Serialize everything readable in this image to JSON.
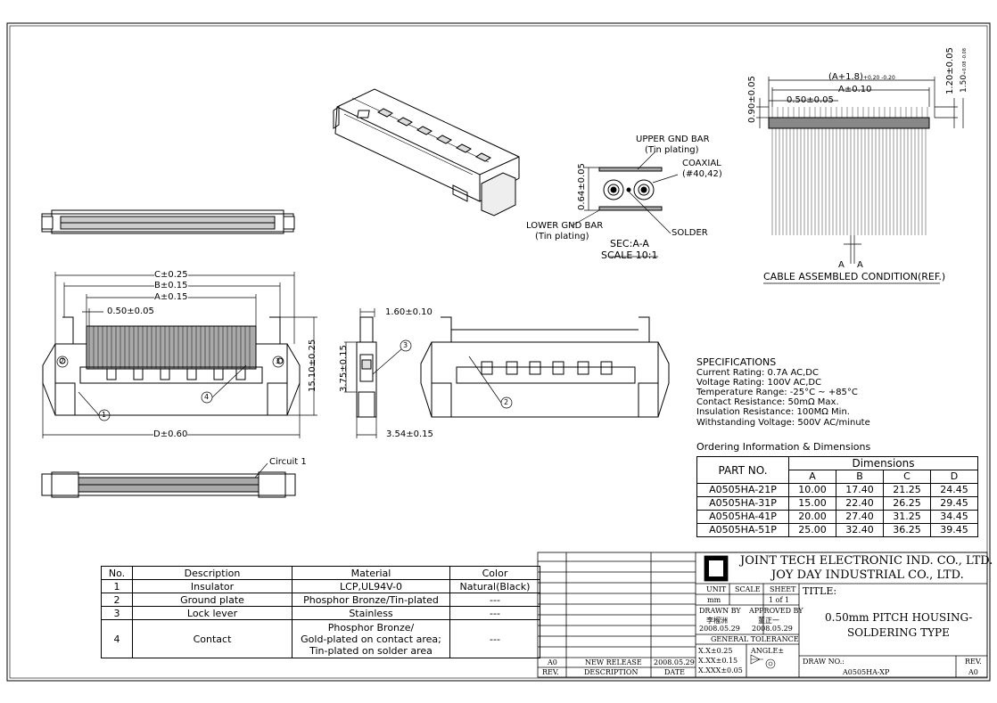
{
  "dimensions_top_right": {
    "a_plus": "(A+1.8)",
    "a_plus_tol": "+0.20 -0.20",
    "a": "A±0.10",
    "pitch": "0.50±0.05",
    "v1": "0.90±0.05",
    "v2": "1.20±0.05",
    "v3": "1.50",
    "v3_tol": "+0.08 -0.08",
    "section_a1": "A",
    "section_a2": "A",
    "caption": "CABLE ASSEMBLED CONDITION(REF.)"
  },
  "section": {
    "upper_gnd": "UPPER GND BAR",
    "upper_plating": "(Tin plating)",
    "coaxial": "COAXIAL",
    "coaxial_spec": "(#40,42)",
    "height": "0.64±0.05",
    "lower_gnd": "LOWER GND BAR",
    "lower_plating": "(Tin plating)",
    "solder": "SOLDER",
    "sec_label": "SEC:A-A",
    "scale": "SCALE 10:1"
  },
  "front_view": {
    "c": "C±0.25",
    "b": "B±0.15",
    "a": "A±0.15",
    "pitch": "0.50±0.05",
    "d": "D±0.60",
    "h": "15.10±0.25",
    "c1": "1",
    "c2": "2",
    "c3": "3",
    "c4": "4"
  },
  "side_view": {
    "t": "1.60±0.10",
    "h": "3.75±0.15",
    "w": "3.54±0.15",
    "c3": "3"
  },
  "back_view": {
    "c2": "2"
  },
  "bottom_view": {
    "circuit": "Circuit 1"
  },
  "specs": {
    "title": "SPECIFICATIONS",
    "lines": [
      "Current Rating: 0.7A AC,DC",
      "Voltage Rating: 100V AC,DC",
      "Temperature Range: -25°C ~ +85°C",
      "Contact Resistance: 50mΩ Max.",
      "Insulation Resistance: 100MΩ Min.",
      "Withstanding Voltage: 500V AC/minute"
    ]
  },
  "ordering": {
    "title": "Ordering Information & Dimensions",
    "part_no": "PART NO.",
    "dims": "Dimensions",
    "cols": [
      "A",
      "B",
      "C",
      "D"
    ],
    "rows": [
      [
        "A0505HA-21P",
        "10.00",
        "17.40",
        "21.25",
        "24.45"
      ],
      [
        "A0505HA-31P",
        "15.00",
        "22.40",
        "26.25",
        "29.45"
      ],
      [
        "A0505HA-41P",
        "20.00",
        "27.40",
        "31.25",
        "34.45"
      ],
      [
        "A0505HA-51P",
        "25.00",
        "32.40",
        "36.25",
        "39.45"
      ]
    ]
  },
  "bom": {
    "headers": [
      "No.",
      "Description",
      "Material",
      "Color"
    ],
    "rows": [
      [
        "1",
        "Insulator",
        "LCP,UL94V-0",
        "Natural(Black)"
      ],
      [
        "2",
        "Ground plate",
        "Phosphor Bronze/Tin-plated",
        "---"
      ],
      [
        "3",
        "Lock lever",
        "Stainless",
        "---"
      ],
      [
        "4",
        "Contact",
        "Phosphor Bronze/",
        "---"
      ]
    ],
    "contact_line2": "Gold-plated on contact area;",
    "contact_line3": "Tin-plated on solder area"
  },
  "title_block": {
    "company1": "JOINT TECH ELECTRONIC IND. CO., LTD.",
    "company2": "JOY DAY INDUSTRIAL CO., LTD.",
    "unit_label": "UNIT",
    "unit": "mm",
    "scale_label": "SCALE",
    "sheet_label": "SHEET",
    "sheet": "1 of 1",
    "title_label": "TITLE:",
    "title1": "0.50mm PITCH HOUSING-",
    "title2": "SOLDERING TYPE",
    "drawn_label": "DRAWN BY",
    "drawn_name": "李榴洲",
    "drawn_date": "2008.05.29",
    "approved_label": "APPROVED BY",
    "approved_name": "董正一",
    "approved_date": "2008.05.29",
    "general_tol": "GENERAL TOLERANCE",
    "tol1": "X.X±0.25",
    "tol2": "X.XX±0.15",
    "tol3": "X.XXX±0.05",
    "angle": "ANGLE±",
    "drawno_label": "DRAW NO.:",
    "drawno": "A0505HA-XP",
    "rev_label": "REV.",
    "rev": "A0",
    "rev_row": [
      "A0",
      "NEW RELEASE",
      "2008.05.29"
    ],
    "rev_header": [
      "REV.",
      "DESCRIPTION",
      "DATE"
    ]
  }
}
